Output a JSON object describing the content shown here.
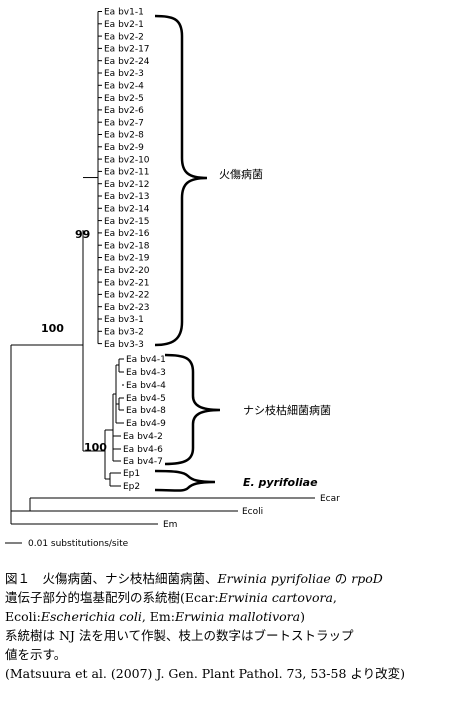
{
  "tree": {
    "leaves": [
      "Ea bv1-1",
      "Ea bv2-1",
      "Ea bv2-2",
      "Ea bv2-17",
      "Ea bv2-24",
      "Ea bv2-3",
      "Ea bv2-4",
      "Ea bv2-5",
      "Ea bv2-6",
      "Ea bv2-7",
      "Ea bv2-8",
      "Ea bv2-9",
      "Ea bv2-10",
      "Ea bv2-11",
      "Ea bv2-12",
      "Ea bv2-13",
      "Ea bv2-14",
      "Ea bv2-15",
      "Ea bv2-16",
      "Ea bv2-18",
      "Ea bv2-19",
      "Ea bv2-20",
      "Ea bv2-21",
      "Ea bv2-22",
      "Ea bv2-23",
      "Ea bv3-1",
      "Ea bv3-2",
      "Ea bv3-3",
      "Ea bv4-1",
      "Ea bv4-3",
      "Ea bv4-4",
      "Ea bv4-5",
      "Ea bv4-8",
      "Ea bv4-9",
      "Ea bv4-2",
      "Ea bv4-6",
      "Ea bv4-7",
      "Ep1",
      "Ep2",
      "Ecar",
      "Ecoli",
      "Em"
    ],
    "bootstrap": {
      "ea_clade": "99",
      "erwinia_clade": "100",
      "bv4_ep_clade": "100"
    },
    "groups": {
      "fire_blight": "火傷病菌",
      "asian_pear": "ナシ枝枯細菌病菌",
      "pyrifoliae": "E. pyrifoliae"
    },
    "scale_label": "0.01 substitutions/site"
  },
  "caption": {
    "l1a": "図１　火傷病菌、ナシ枝枯細菌病菌、",
    "l1b": "Erwinia pyrifoliae",
    "l1c": " の ",
    "l1d": "rpoD",
    "l2a": "遺伝子部分的塩基配列の系統樹(Ecar:",
    "l2b": "Erwinia cartovora",
    "l2c": ",",
    "l3a": "Ecoli:",
    "l3b": "Escherichia coli",
    "l3c": ", Em:",
    "l3d": "Erwinia mallotivora",
    "l3e": ")",
    "l4": "系統樹は NJ 法を用いて作製、枝上の数字はブートストラップ",
    "l5": "値を示す。",
    "l6": "(Matsuura et al. (2007) J. Gen. Plant Pathol. 73, 53-58 より改変)"
  }
}
